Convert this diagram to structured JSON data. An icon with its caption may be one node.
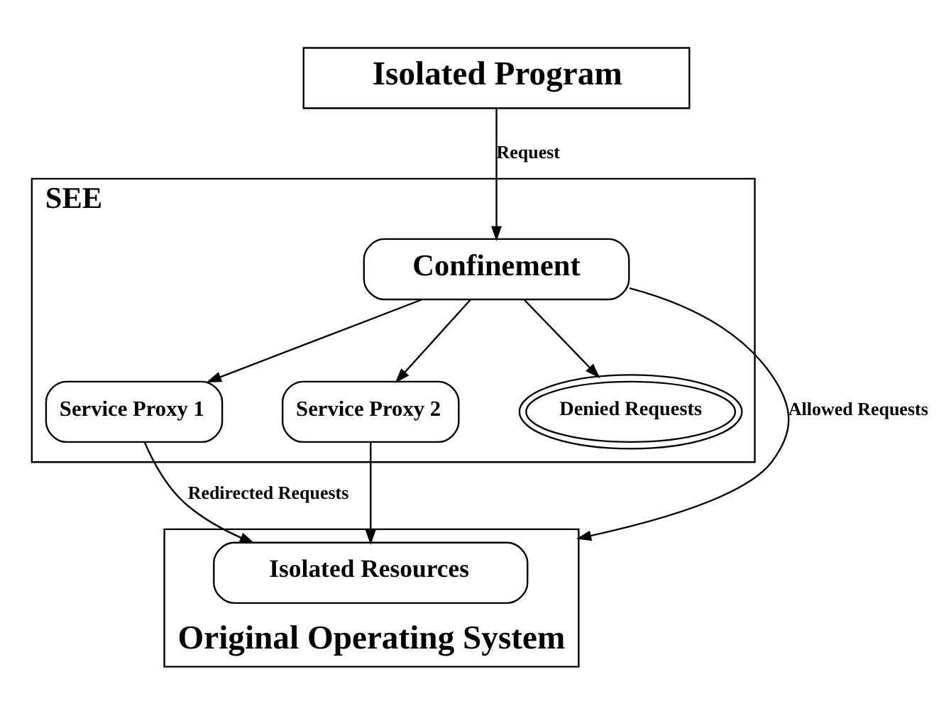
{
  "diagram": {
    "nodes": [
      {
        "text": [
          "Isolated Program"
        ]
      },
      {
        "text": [
          "SEE"
        ]
      },
      {
        "text": [
          "Confinement"
        ],
        "in": 1
      },
      {
        "text": [
          "Service Proxy 1"
        ],
        "in": 1
      },
      {
        "text": [
          "Service Proxy 2"
        ],
        "in": 1
      },
      {
        "text": [
          "Denied Requests"
        ],
        "in": 1
      },
      {
        "text": [
          "Original Operating System"
        ]
      },
      {
        "text": [
          "Isolated Resources"
        ],
        "in": 6
      }
    ],
    "edges": [
      {
        "from": 0,
        "to": 2,
        "arrow": "to",
        "label": "Request"
      },
      {
        "from": 2,
        "to": 3,
        "arrow": "to"
      },
      {
        "from": 2,
        "to": 4,
        "arrow": "to"
      },
      {
        "from": 2,
        "to": 5,
        "arrow": "to"
      },
      {
        "from": 2,
        "to": 6,
        "arrow": "to",
        "label": "Allowed Requests"
      },
      {
        "from": 3,
        "to": 7,
        "arrow": "to",
        "label": "Redirected Requests"
      },
      {
        "from": 4,
        "to": 7,
        "arrow": "to"
      }
    ]
  }
}
